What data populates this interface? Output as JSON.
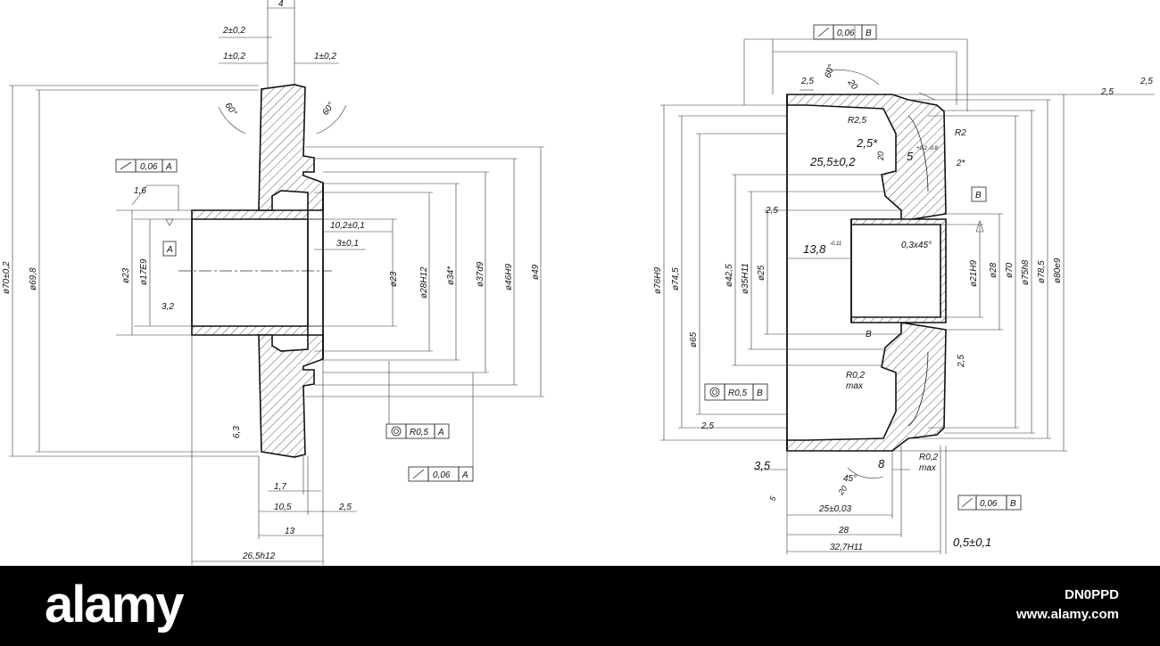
{
  "left_view": {
    "dims": {
      "d70": "ø70±0,2",
      "d698": "ø69,8",
      "d23": "ø23",
      "d17": "ø17E9",
      "d23b": "ø23",
      "d28": "ø28H12",
      "d34": "ø34*",
      "d37": "ø37d9",
      "d46": "ø46H9",
      "d49": "ø49",
      "w4": "4",
      "w2": "2±0,2",
      "w1a": "1±0,2",
      "w1b": "1±0,2",
      "a60a": "60°",
      "a60b": "60°",
      "r102": "10,2±0,1",
      "r3": "3±0,1",
      "rough16": "1,6",
      "rough32": "3,2",
      "rough63": "6,3",
      "b17": "1,7",
      "b105": "10,5",
      "b25": "2,5",
      "b13": "13",
      "b265": "26,5h12"
    },
    "frames": {
      "runout_top": {
        "val": "0,06",
        "ref": "A"
      },
      "circ": {
        "val": "R0,5",
        "ref": "A"
      },
      "runout_bot": {
        "val": "0,06",
        "ref": "A"
      },
      "datum": "A"
    }
  },
  "right_view": {
    "dims": {
      "d76": "ø76H9",
      "d745": "ø74,5",
      "d65": "ø65",
      "d425": "ø42,5",
      "d35": "ø35H11",
      "d25": "ø25",
      "d21": "ø21H9",
      "d28": "ø28",
      "d70": "ø70",
      "d75": "ø75h8",
      "d785": "ø78,5",
      "d80": "ø80e9",
      "r25": "R2,5",
      "r2": "R2",
      "v25star": "2,5*",
      "v20": "20",
      "v5": "5",
      "v5tol": "+0,2 -0,8",
      "v2star": "2*",
      "v255": "25,5±0,2",
      "v138": "13,8",
      "v138tol": "-0,11",
      "cham": "0,3x45°",
      "a60": "60°",
      "a20": "20",
      "s25a": "2,5",
      "s25b": "2,5",
      "s25c": "2,5",
      "s25d": "2,5",
      "s25e": "2,5",
      "r02a": "R0,2",
      "maxa": "max",
      "r02b": "R0,2",
      "maxb": "max",
      "b35": "3,5",
      "b8": "8",
      "b45": "45°",
      "b20": "20",
      "b5": "5",
      "b25": "25±0,03",
      "b28": "28",
      "b327": "32,7H11",
      "b05": "0,5±0,1",
      "lblB": "B"
    },
    "frames": {
      "runout_top": {
        "val": "0,06",
        "ref": "B"
      },
      "circ": {
        "val": "R0,5",
        "ref": "B"
      },
      "runout_bot": {
        "val": "0,06",
        "ref": "B"
      },
      "datum": "B"
    }
  },
  "footer": {
    "logo": "alamy",
    "stock_id": "DN0PPD",
    "site": "www.alamy.com",
    "bg_color": "#000000",
    "text_color": "#ffffff"
  }
}
